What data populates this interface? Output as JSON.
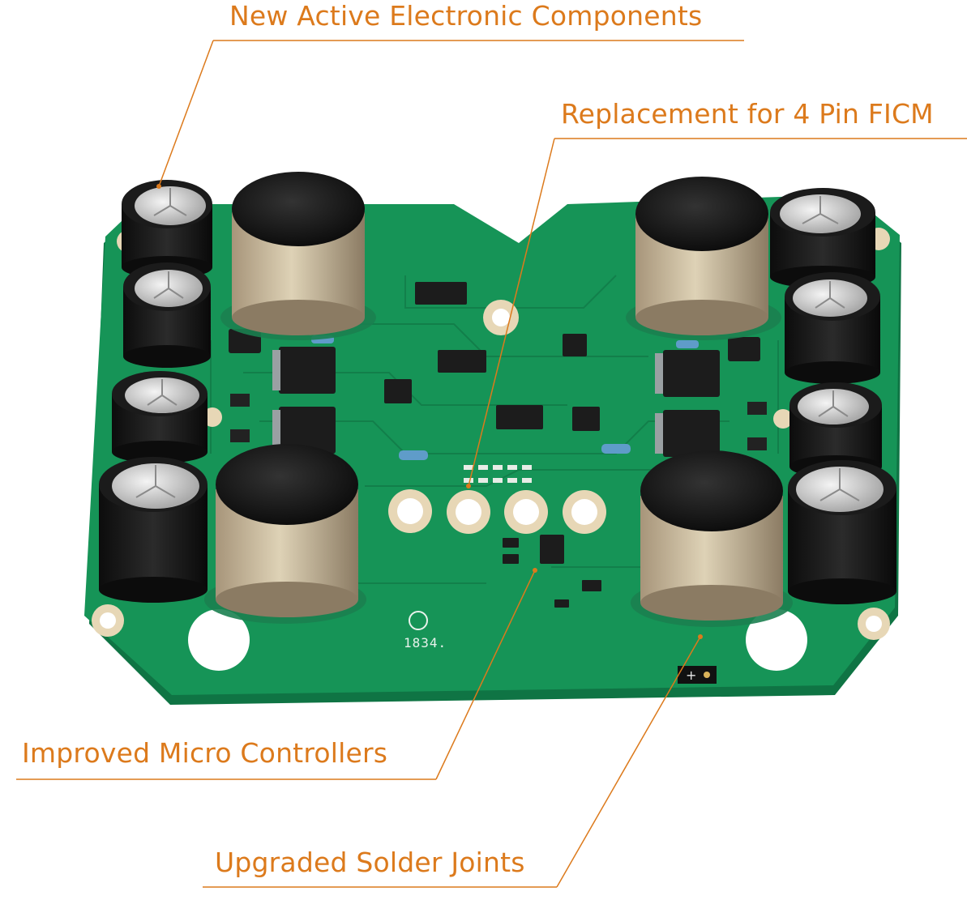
{
  "theme": {
    "accent": "#dc7a1c",
    "board_green": "#169457",
    "board_green_dark": "#0f7444",
    "pad_gold": "#e7d7b6",
    "component_black": "#1b1d1e"
  },
  "callouts": [
    {
      "id": "new-active-electronic-components",
      "text": "New Active Electronic Components"
    },
    {
      "id": "replacement-for-4-pin-ficm",
      "text": "Replacement for 4 Pin FICM"
    },
    {
      "id": "improved-micro-controllers",
      "text": "Improved Micro Controllers"
    },
    {
      "id": "upgraded-solder-joints",
      "text": "Upgraded Solder Joints"
    }
  ],
  "board_markings": {
    "date_code": "1834.",
    "connector_polarity": "+"
  }
}
